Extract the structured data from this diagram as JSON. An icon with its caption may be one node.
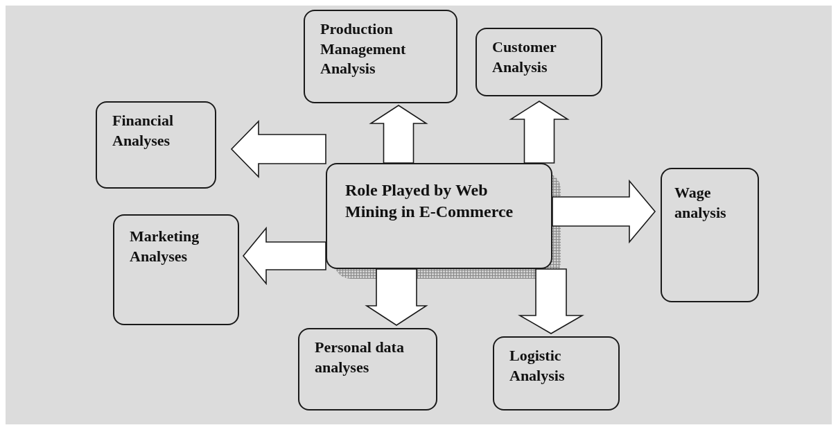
{
  "diagram": {
    "nodes": [
      {
        "text": [
          "Production Management Analysis"
        ]
      },
      {
        "text": [
          "Customer Analysis"
        ]
      },
      {
        "text": [
          "Financial Analyses"
        ]
      },
      {
        "text": [
          "Role Played by Web Mining in E-Commerce"
        ]
      },
      {
        "text": [
          "Wage analysis"
        ]
      },
      {
        "text": [
          "Marketing Analyses"
        ]
      },
      {
        "text": [
          "Personal data analyses"
        ]
      },
      {
        "text": [
          "Logistic Analysis"
        ]
      }
    ],
    "edges": [
      {
        "from": 3,
        "to": 0,
        "arrow": "to"
      },
      {
        "from": 3,
        "to": 1,
        "arrow": "to"
      },
      {
        "from": 3,
        "to": 2,
        "arrow": "to"
      },
      {
        "from": 3,
        "to": 5,
        "arrow": "to"
      },
      {
        "from": 3,
        "to": 4,
        "arrow": "to"
      },
      {
        "from": 3,
        "to": 6,
        "arrow": "to"
      },
      {
        "from": 3,
        "to": 7,
        "arrow": "to"
      }
    ]
  }
}
